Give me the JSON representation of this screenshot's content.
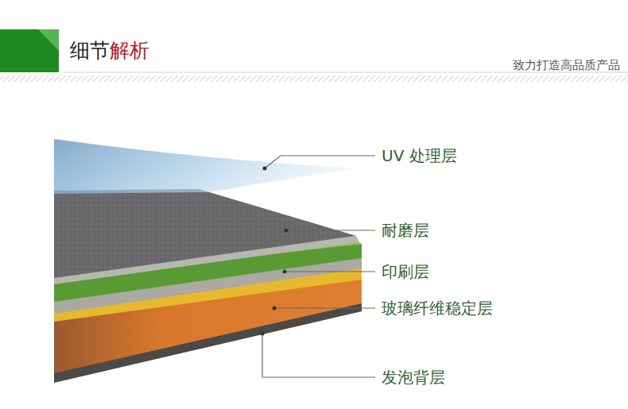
{
  "diagram": {
    "labels": [
      "细节",
      "解析",
      "致力打造高品质产品",
      "UV 处理层",
      "耐磨层",
      "印刷层",
      "玻璃纤维稳定层",
      "发泡背层"
    ]
  }
}
